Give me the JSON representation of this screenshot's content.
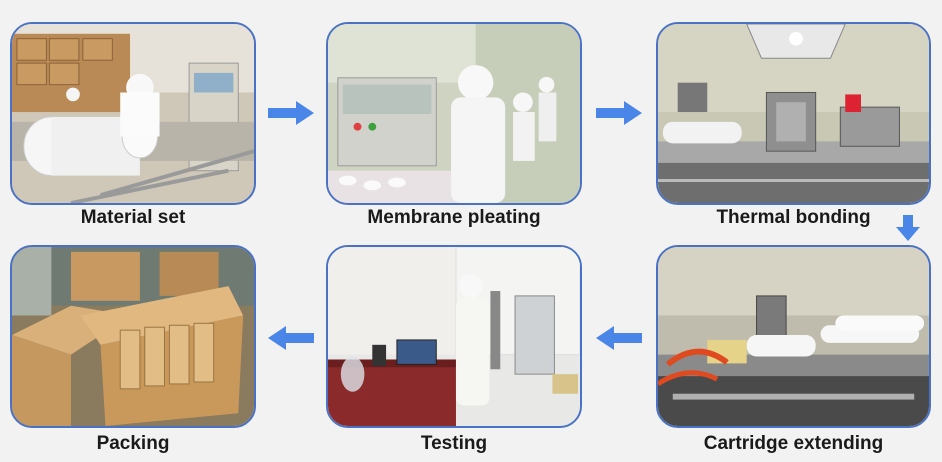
{
  "steps": [
    {
      "label": "Material set"
    },
    {
      "label": "Membrane pleating"
    },
    {
      "label": "Thermal bonding"
    },
    {
      "label": "Cartridge extending"
    },
    {
      "label": "Testing"
    },
    {
      "label": "Packing"
    }
  ],
  "colors": {
    "arrow": "#4a86e8",
    "frame": "#4a72c4",
    "background": "#f2f2f2"
  }
}
